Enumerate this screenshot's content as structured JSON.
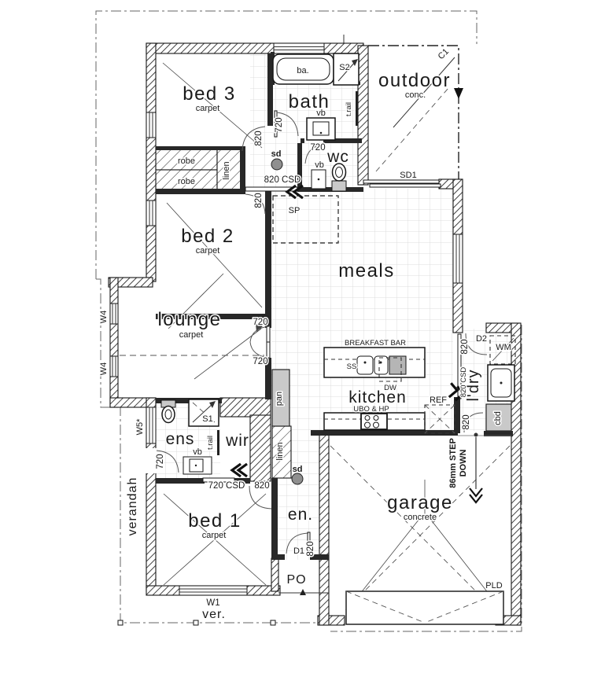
{
  "rooms": {
    "bed3": {
      "name": "bed 3",
      "floor": "carpet"
    },
    "bed2": {
      "name": "bed 2",
      "floor": "carpet"
    },
    "bed1": {
      "name": "bed 1",
      "floor": "carpet"
    },
    "lounge": {
      "name": "lounge",
      "floor": "carpet"
    },
    "meals": {
      "name": "meals"
    },
    "kitchen": {
      "name": "kitchen"
    },
    "bath": {
      "name": "bath"
    },
    "wc": {
      "name": "wc"
    },
    "ens": {
      "name": "ens"
    },
    "wir": {
      "name": "wir"
    },
    "laundry": {
      "name": "l'dry"
    },
    "entry": {
      "name": "en."
    },
    "porch": {
      "name": "PO"
    },
    "garage": {
      "name": "garage",
      "floor": "concrete"
    },
    "outdoor": {
      "name": "outdoor",
      "floor": "conc."
    },
    "verandah": {
      "name": "verandah",
      "abbr": "ver."
    }
  },
  "storage": {
    "robe": "robe",
    "linen": "linen",
    "pantry": "pan",
    "cupboard": "cbd"
  },
  "fixtures": {
    "bath_tub": "ba.",
    "shower_main": "S2",
    "shower_ens": "S1",
    "towel_rail": "t.rail",
    "vanity_basin": "vb",
    "smoke_detector": "sd",
    "breakfast_bar": "BREAKFAST BAR",
    "kitchen_sink": "SS",
    "dishwasher": "DW",
    "oven_hotplate": "UBO & HP",
    "fridge_space": "REF",
    "washing_machine": "WM",
    "provision_point": "SP"
  },
  "doors": {
    "dim_720": "720",
    "dim_820": "820",
    "csd_820": "820 CSD",
    "csd_720": "720 CSD",
    "door_1": "D1",
    "door_2": "D2",
    "sliding_door_1": "SD1",
    "panel_lift_door": "PLD",
    "c1": "C1"
  },
  "windows": {
    "w1": "W1",
    "w4": "W4",
    "w5": "W5*"
  },
  "notes": {
    "step_down_line1": "86mm STEP",
    "step_down_line2": "DOWN"
  },
  "colors": {
    "wall": "#282828",
    "tile_line": "#dcdcdc",
    "hatch": "#222222",
    "label": "#1a1a1a"
  }
}
